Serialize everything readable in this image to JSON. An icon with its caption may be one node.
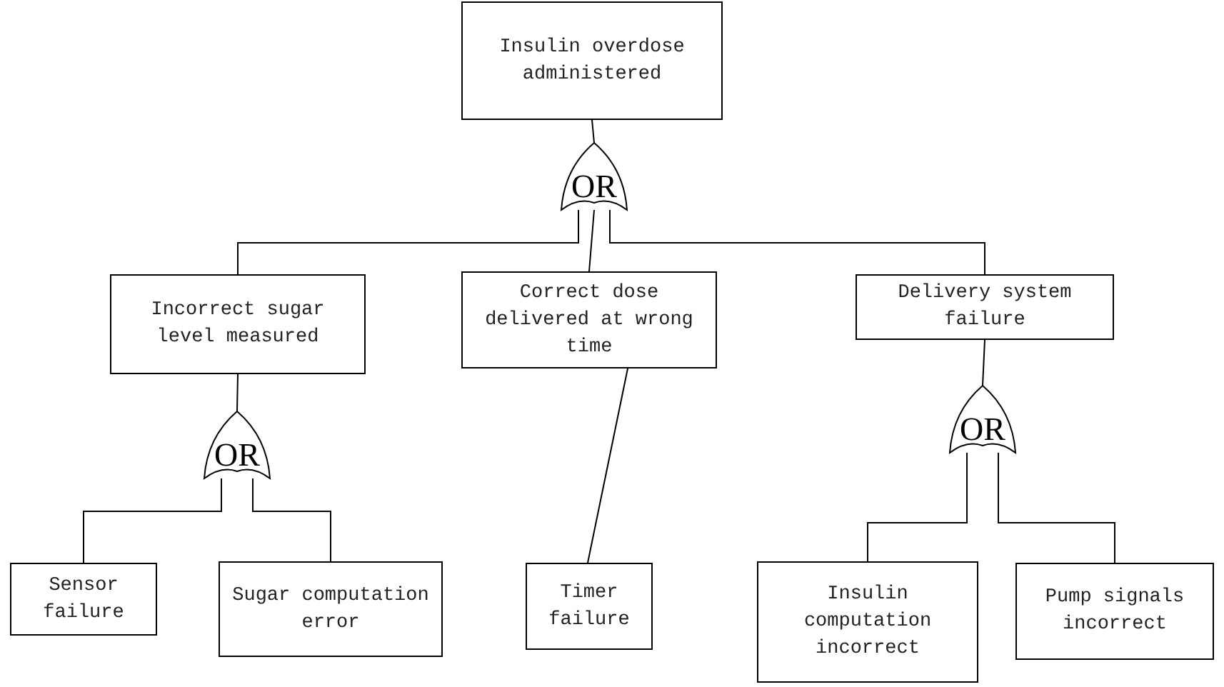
{
  "diagram": {
    "nodes": [
      {
        "text": [
          "Insulin overdose administered"
        ]
      },
      {
        "text": [
          "OR"
        ]
      },
      {
        "text": [
          "Incorrect sugar level measured"
        ]
      },
      {
        "text": [
          "Correct dose delivered at wrong time"
        ]
      },
      {
        "text": [
          "Delivery system failure"
        ]
      },
      {
        "text": [
          "OR"
        ]
      },
      {
        "text": [
          "OR"
        ]
      },
      {
        "text": [
          "Sensor failure"
        ]
      },
      {
        "text": [
          "Sugar computation error"
        ]
      },
      {
        "text": [
          "Timer failure"
        ]
      },
      {
        "text": [
          "Insulin computation incorrect"
        ]
      },
      {
        "text": [
          "Pump signals incorrect"
        ]
      }
    ],
    "edges": [
      {
        "from": 0,
        "to": 1,
        "arrow": "none"
      },
      {
        "from": 1,
        "to": 2,
        "arrow": "none"
      },
      {
        "from": 1,
        "to": 3,
        "arrow": "none"
      },
      {
        "from": 1,
        "to": 4,
        "arrow": "none"
      },
      {
        "from": 2,
        "to": 5,
        "arrow": "none"
      },
      {
        "from": 3,
        "to": 9,
        "arrow": "none"
      },
      {
        "from": 4,
        "to": 6,
        "arrow": "none"
      },
      {
        "from": 5,
        "to": 7,
        "arrow": "none"
      },
      {
        "from": 5,
        "to": 8,
        "arrow": "none"
      },
      {
        "from": 6,
        "to": 10,
        "arrow": "none"
      },
      {
        "from": 6,
        "to": 11,
        "arrow": "none"
      }
    ]
  }
}
